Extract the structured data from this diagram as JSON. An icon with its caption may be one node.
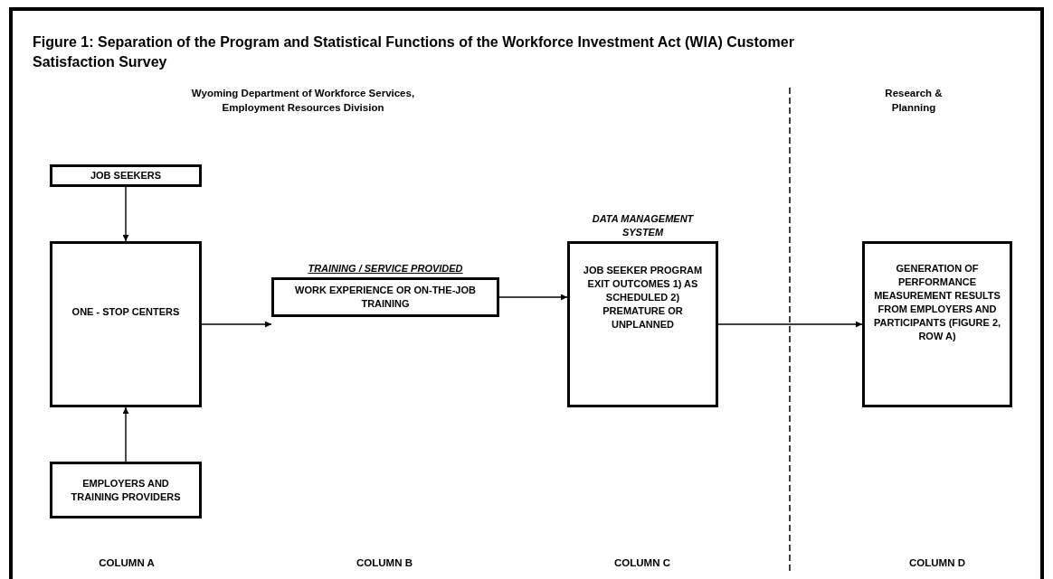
{
  "diagram": {
    "title": "Figure 1: Separation of the Program and Statistical Functions of the Workforce Investment Act (WIA) Customer Satisfaction Survey",
    "nodes": [
      {
        "text": [
          "JOB SEEKERS"
        ]
      },
      {
        "text": [
          "ONE - STOP CENTERS"
        ]
      },
      {
        "text": [
          "EMPLOYERS AND TRAINING PROVIDERS"
        ]
      },
      {
        "text": [
          "TRAINING / SERVICE PROVIDED",
          "WORK EXPERIENCE OR ON-THE-JOB TRAINING"
        ]
      },
      {
        "text": [
          "DATA MANAGEMENT SYSTEM",
          "JOB SEEKER PROGRAM EXIT OUTCOMES 1) AS SCHEDULED 2) PREMATURE OR UNPLANNED"
        ]
      },
      {
        "text": [
          "GENERATION OF PERFORMANCE MEASUREMENT RESULTS FROM EMPLOYERS AND PARTICIPANTS (FIGURE 2, ROW A)"
        ]
      }
    ],
    "edges": [
      {
        "from": 0,
        "to": 1,
        "arrow": "to"
      },
      {
        "from": 2,
        "to": 1,
        "arrow": "to"
      },
      {
        "from": 1,
        "to": 3,
        "arrow": "to"
      },
      {
        "from": 3,
        "to": 4,
        "arrow": "to"
      },
      {
        "from": 4,
        "to": 5,
        "arrow": "to"
      }
    ],
    "labels": [
      "Wyoming Department of Workforce Services, Employment Resources Division",
      "Research & Planning",
      "COLUMN A",
      "COLUMN B",
      "COLUMN C",
      "COLUMN D"
    ]
  }
}
